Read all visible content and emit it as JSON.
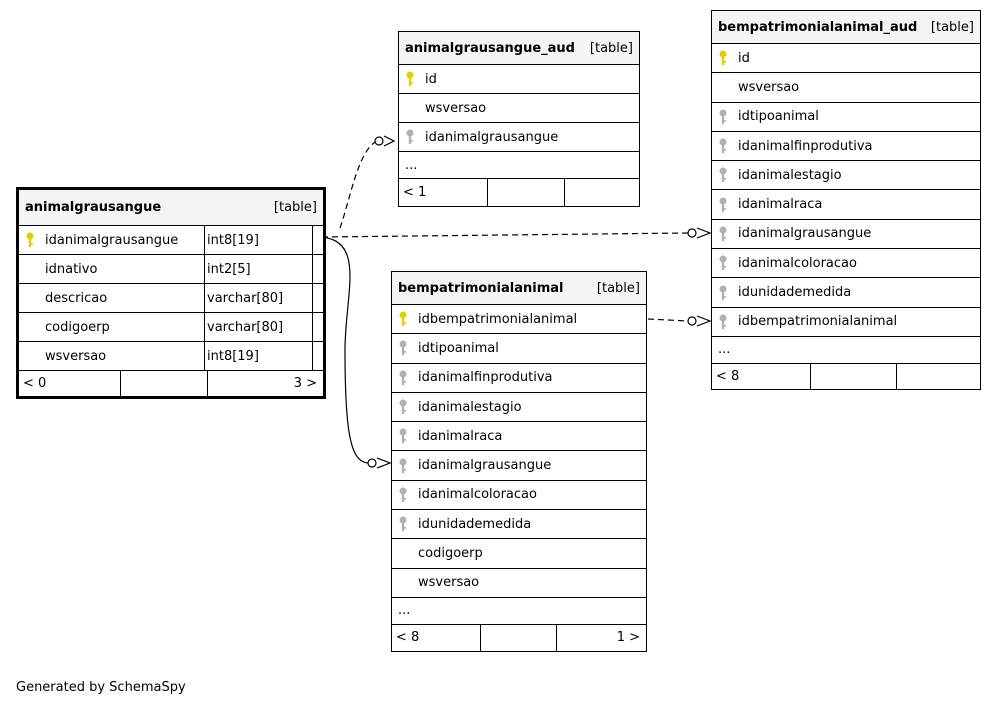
{
  "generated_by": "Generated by SchemaSpy",
  "tables": {
    "animalgrausangue": {
      "name": "animalgrausangue",
      "type": "[table]",
      "rows": [
        {
          "column": "idanimalgrausangue",
          "datatype": "int8[19]",
          "key": "primary"
        },
        {
          "column": "idnativo",
          "datatype": "int2[5]",
          "key": "none"
        },
        {
          "column": "descricao",
          "datatype": "varchar[80]",
          "key": "none"
        },
        {
          "column": "codigoerp",
          "datatype": "varchar[80]",
          "key": "none"
        },
        {
          "column": "wsversao",
          "datatype": "int8[19]",
          "key": "none"
        }
      ],
      "parents": "< 0",
      "children": "3 >"
    },
    "animalgrausangue_aud": {
      "name": "animalgrausangue_aud",
      "type": "[table]",
      "rows": [
        {
          "column": "id",
          "key": "primary"
        },
        {
          "column": "wsversao",
          "key": "none"
        },
        {
          "column": "idanimalgrausangue",
          "key": "foreign"
        }
      ],
      "more": "...",
      "parents": "< 1",
      "children": ""
    },
    "bempatrimonialanimal": {
      "name": "bempatrimonialanimal",
      "type": "[table]",
      "rows": [
        {
          "column": "idbempatrimonialanimal",
          "key": "primary"
        },
        {
          "column": "idtipoanimal",
          "key": "foreign"
        },
        {
          "column": "idanimalfinprodutiva",
          "key": "foreign"
        },
        {
          "column": "idanimalestagio",
          "key": "foreign"
        },
        {
          "column": "idanimalraca",
          "key": "foreign"
        },
        {
          "column": "idanimalgrausangue",
          "key": "foreign"
        },
        {
          "column": "idanimalcoloracao",
          "key": "foreign"
        },
        {
          "column": "idunidademedida",
          "key": "foreign"
        },
        {
          "column": "codigoerp",
          "key": "none"
        },
        {
          "column": "wsversao",
          "key": "none"
        }
      ],
      "more": "...",
      "parents": "< 8",
      "children": "1 >"
    },
    "bempatrimonialanimal_aud": {
      "name": "bempatrimonialanimal_aud",
      "type": "[table]",
      "rows": [
        {
          "column": "id",
          "key": "primary"
        },
        {
          "column": "wsversao",
          "key": "none"
        },
        {
          "column": "idtipoanimal",
          "key": "foreign"
        },
        {
          "column": "idanimalfinprodutiva",
          "key": "foreign"
        },
        {
          "column": "idanimalestagio",
          "key": "foreign"
        },
        {
          "column": "idanimalraca",
          "key": "foreign"
        },
        {
          "column": "idanimalgrausangue",
          "key": "foreign"
        },
        {
          "column": "idanimalcoloracao",
          "key": "foreign"
        },
        {
          "column": "idunidademedida",
          "key": "foreign"
        },
        {
          "column": "idbempatrimonialanimal",
          "key": "foreign"
        }
      ],
      "more": "...",
      "parents": "< 8",
      "children": ""
    }
  },
  "key_colors": {
    "primary": "#e0d000",
    "foreign": "#b0b0b0"
  },
  "relationships": [
    {
      "from": "animalgrausangue.idanimalgrausangue",
      "to": "animalgrausangue_aud.idanimalgrausangue",
      "style": "dashed"
    },
    {
      "from": "animalgrausangue.idanimalgrausangue",
      "to": "bempatrimonialanimal_aud.idanimalgrausangue",
      "style": "dashed"
    },
    {
      "from": "animalgrausangue.idanimalgrausangue",
      "to": "bempatrimonialanimal.idanimalgrausangue",
      "style": "solid"
    },
    {
      "from": "bempatrimonialanimal.idbempatrimonialanimal",
      "to": "bempatrimonialanimal_aud.idbempatrimonialanimal",
      "style": "dashed"
    }
  ]
}
